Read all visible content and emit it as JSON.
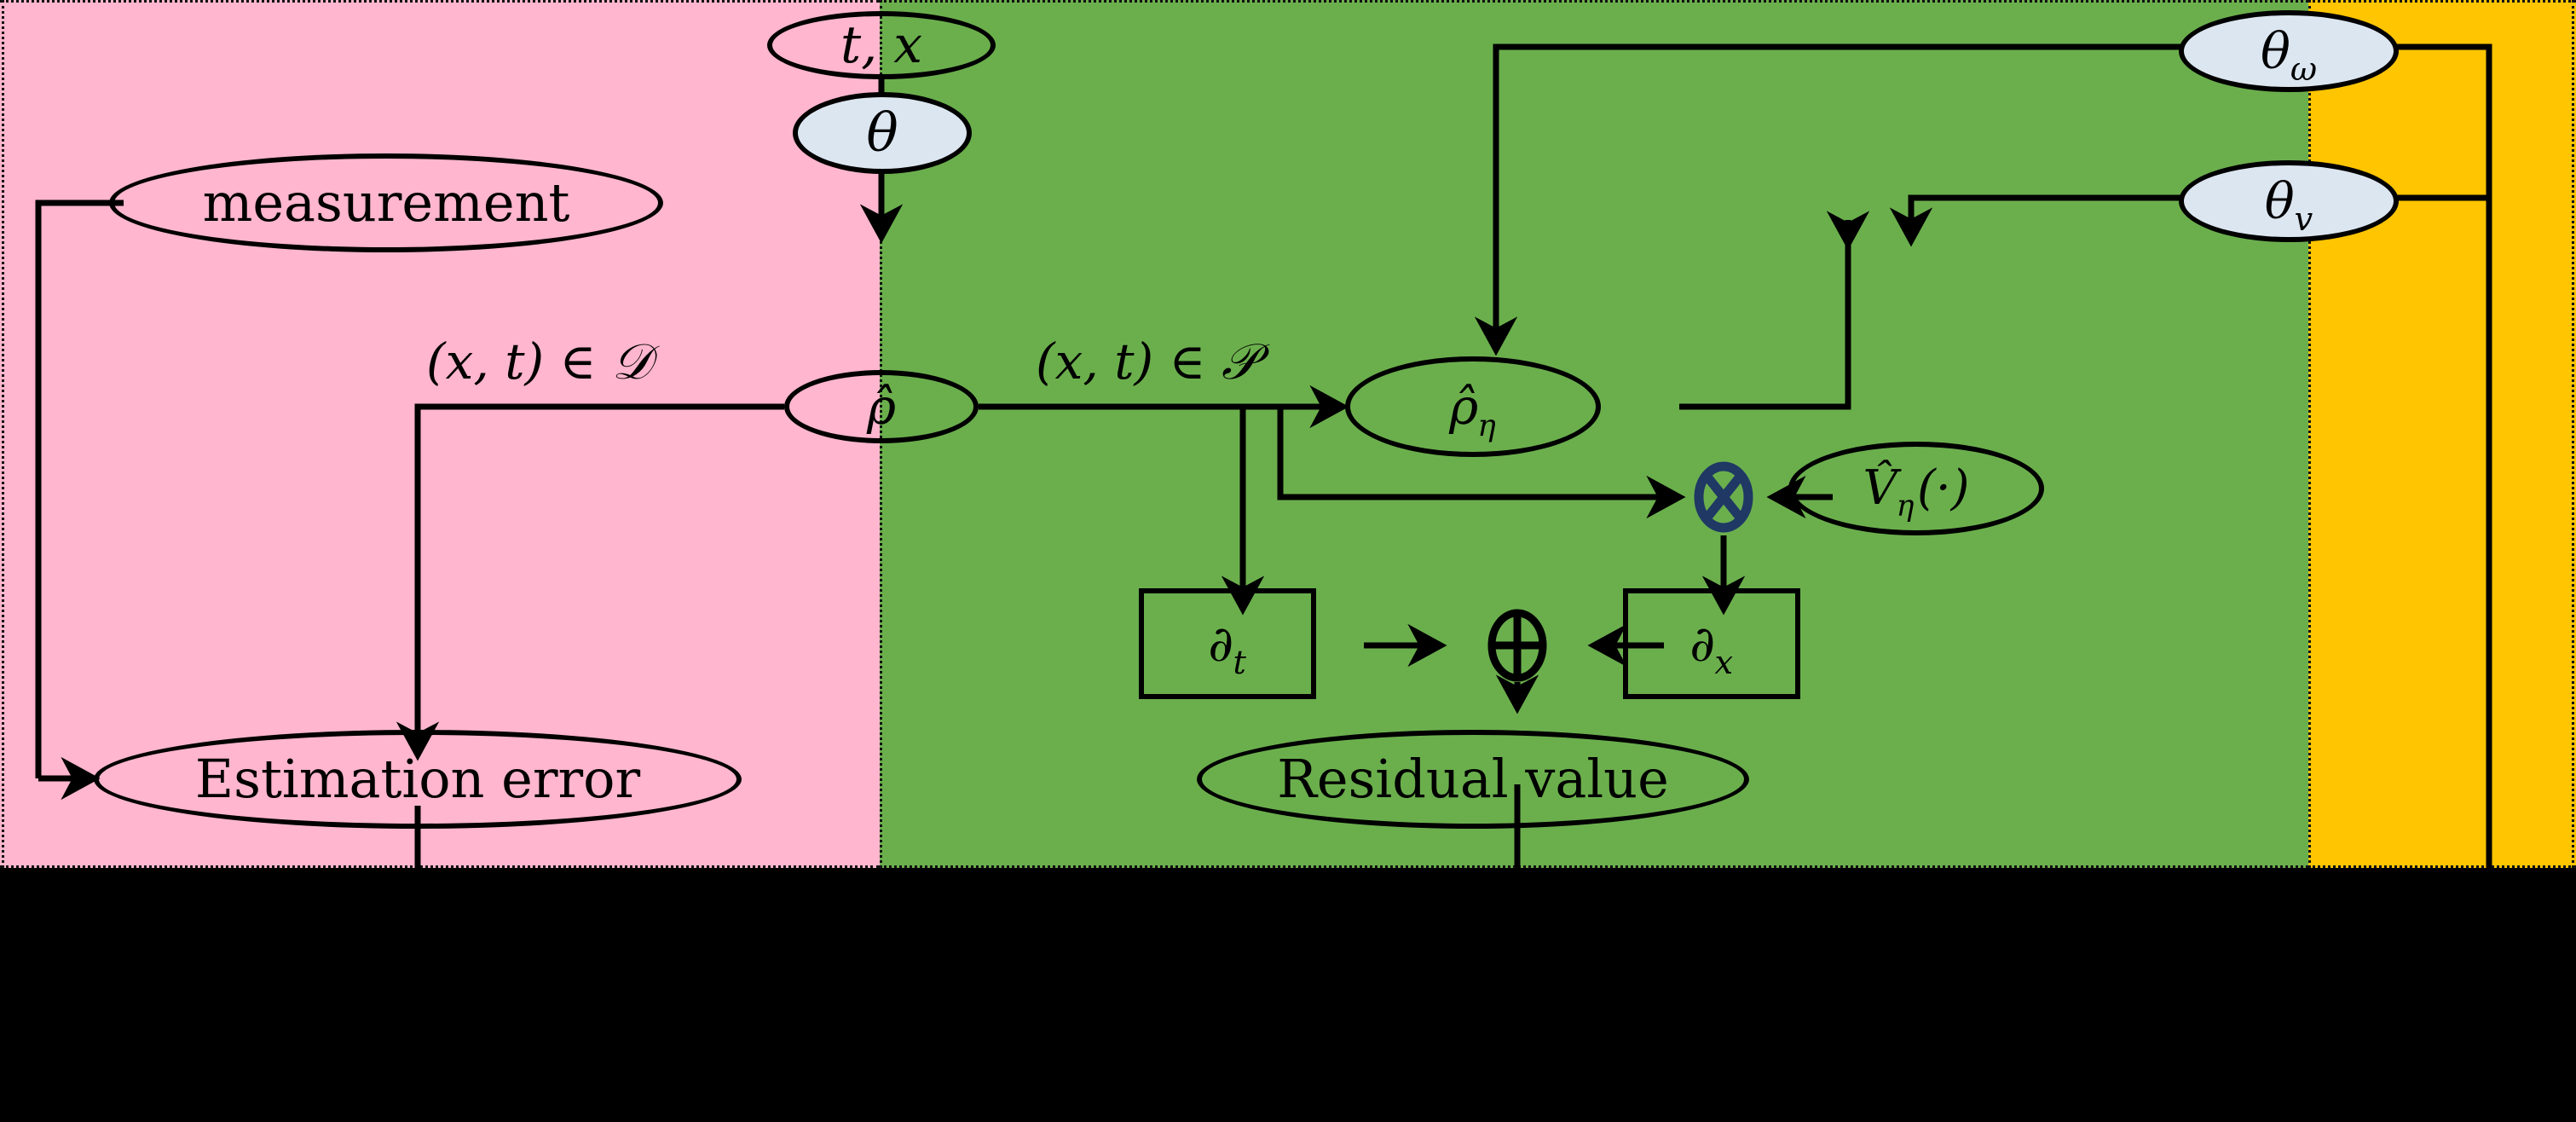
{
  "diagram": {
    "title": "PINN estimation architecture block diagram",
    "regions": [
      {
        "id": "data-region",
        "name": "data-loss-region",
        "color": "#FFB6CE"
      },
      {
        "id": "physics-region",
        "name": "physics-loss-region",
        "color": "#6BAF4D"
      },
      {
        "id": "params-region",
        "name": "parameter-region",
        "color": "#FFC500"
      }
    ],
    "colors": {
      "pink": "#FFB6CE",
      "green": "#6BAF4D",
      "yellow": "#FFC500",
      "node_fill": "#DCE6F1",
      "stroke": "#000000",
      "multiply_stroke": "#1F3864",
      "background": "#000000"
    },
    "nodes": [
      {
        "id": "inputs",
        "label": "t, x",
        "shape": "ellipse",
        "fill": "none"
      },
      {
        "id": "theta",
        "label": "θ",
        "shape": "ellipse",
        "fill": "#DCE6F1"
      },
      {
        "id": "rho-hat",
        "label": "ρ̂",
        "shape": "ellipse",
        "fill": "none"
      },
      {
        "id": "measurement",
        "label": "measurement",
        "shape": "ellipse",
        "fill": "none"
      },
      {
        "id": "estimation-error",
        "label": "Estimation error",
        "shape": "ellipse",
        "fill": "none"
      },
      {
        "id": "rho-hat-eta",
        "label": "ρ̂η",
        "shape": "ellipse",
        "fill": "none"
      },
      {
        "id": "v-hat-eta",
        "label": "V̂η(·)",
        "shape": "ellipse",
        "fill": "none"
      },
      {
        "id": "theta-omega",
        "label": "θω",
        "shape": "ellipse",
        "fill": "#DCE6F1"
      },
      {
        "id": "theta-v",
        "label": "θv",
        "shape": "ellipse",
        "fill": "#DCE6F1"
      },
      {
        "id": "partial-t",
        "label": "∂t",
        "shape": "rect",
        "fill": "none"
      },
      {
        "id": "partial-x",
        "label": "∂x",
        "shape": "rect",
        "fill": "none"
      },
      {
        "id": "residual-value",
        "label": "Residual value",
        "shape": "ellipse",
        "fill": "none"
      },
      {
        "id": "multiply",
        "label": "⊗",
        "shape": "operator",
        "fill": "none"
      },
      {
        "id": "add",
        "label": "⊕",
        "shape": "operator",
        "fill": "none"
      }
    ],
    "edge_labels": [
      {
        "id": "data-domain-label",
        "text": "(x, t) ∈ 𝒟"
      },
      {
        "id": "physics-domain-label",
        "text": "(x, t) ∈ 𝒫"
      }
    ],
    "text": {
      "inputs": "t, x",
      "theta": "θ",
      "rho_hat": "ρ̂",
      "measurement": "measurement",
      "estimation_error": "Estimation error",
      "rho_hat_eta_base": "ρ̂",
      "rho_hat_eta_sub": "η",
      "v_hat_base": "V̂",
      "v_hat_sub": "η",
      "v_hat_arg": "(·)",
      "theta_omega_base": "θ",
      "theta_omega_sub": "ω",
      "theta_v_base": "θ",
      "theta_v_sub": "v",
      "partial_t_base": "∂",
      "partial_t_sub": "t",
      "partial_x_base": "∂",
      "partial_x_sub": "x",
      "residual_value": "Residual value",
      "data_domain": "(x, t) ∈ 𝒟",
      "physics_domain": "(x, t) ∈ 𝒫",
      "multiply_symbol": "⊗",
      "add_symbol": "⊕"
    }
  }
}
